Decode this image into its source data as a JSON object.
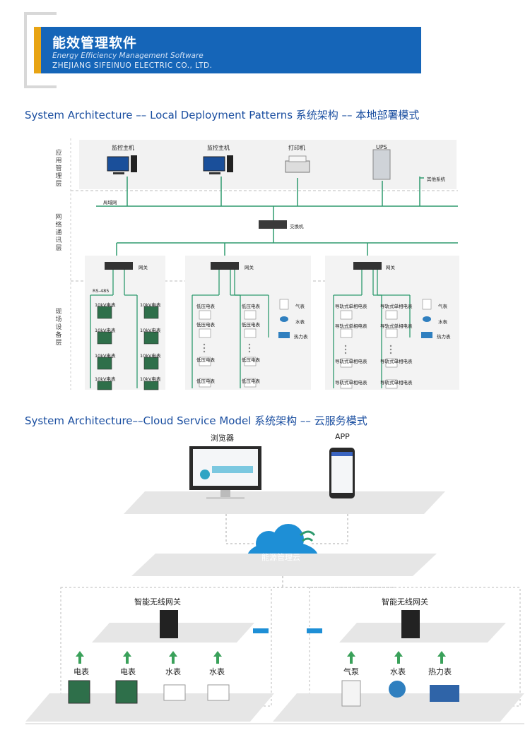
{
  "header": {
    "title": "能效管理软件",
    "subtitle_en": "Energy Efficiency Management Software",
    "company": "ZHEJIANG SIFEINUO ELECTRIC CO., LTD."
  },
  "local": {
    "title": "System Architecture –– Local Deployment Patterns  系统架构 –– 本地部署模式",
    "layers": [
      "应用管理层",
      "网络通讯层",
      "现场设备层"
    ],
    "top_devices": [
      "监控主机",
      "监控主机",
      "打印机",
      "UPS"
    ],
    "other_systems": "其他系统",
    "lan": "局域网",
    "switch": "交换机",
    "gateway": "网关",
    "rs485": "RS-485",
    "meter_10kv": "10kV电表",
    "meter_lv": "低压电表",
    "meter_rail": "导轨式单相电表",
    "gas": "气表",
    "water": "水表",
    "heat": "热力表"
  },
  "cloud": {
    "title": "System Architecture––Cloud Service Model   系统架构 –– 云服务模式",
    "browser": "浏览器",
    "app": "APP",
    "cloud_name": "能源管理云",
    "wireless_gateway": "智能无线网关",
    "left_devices": [
      "电表",
      "电表",
      "水表",
      "水表"
    ],
    "right_devices": [
      "气泵",
      "水表",
      "热力表"
    ]
  },
  "colors": {
    "brand": "#1565b8",
    "accent": "#e8a414",
    "line": "#2e9a6e",
    "title": "#1a4ea0",
    "arrow": "#3aa15a",
    "link": "#1e8fd6"
  }
}
